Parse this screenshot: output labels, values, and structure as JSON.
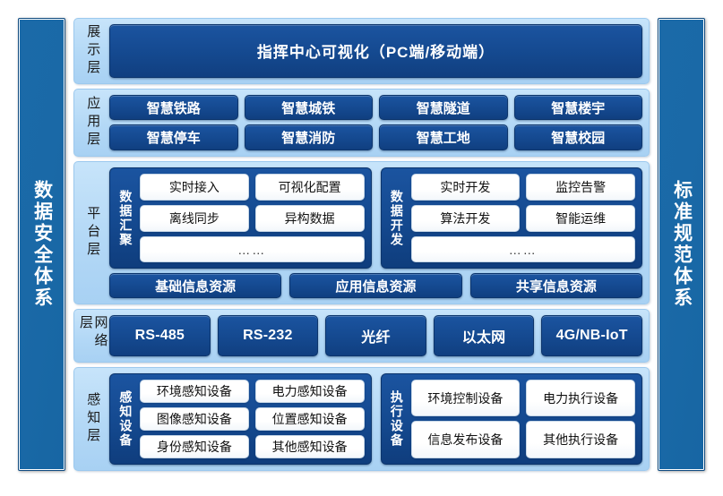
{
  "pillars": {
    "left": "数据安全体系",
    "right": "标准规范体系"
  },
  "layers": {
    "display": {
      "label": "展示层",
      "bar": "指挥中心可视化（PC端/移动端）"
    },
    "application": {
      "label": "应用层",
      "row1": [
        "智慧铁路",
        "智慧城铁",
        "智慧隧道",
        "智慧楼宇"
      ],
      "row2": [
        "智慧停车",
        "智慧消防",
        "智慧工地",
        "智慧校园"
      ]
    },
    "platform": {
      "label": "平台层",
      "groups": [
        {
          "label": "数据汇聚",
          "row1": [
            "实时接入",
            "可视化配置"
          ],
          "row2": [
            "离线同步",
            "异构数据"
          ],
          "row3": "……"
        },
        {
          "label": "数据开发",
          "row1": [
            "实时开发",
            "监控告警"
          ],
          "row2": [
            "算法开发",
            "智能运维"
          ],
          "row3": "……"
        }
      ],
      "resources": [
        "基础信息资源",
        "应用信息资源",
        "共享信息资源"
      ]
    },
    "network": {
      "label": "网络层",
      "items": [
        "RS-485",
        "RS-232",
        "光纤",
        "以太网",
        "4G/NB-IoT"
      ]
    },
    "sense": {
      "label": "感知层",
      "groups": [
        {
          "label": "感知设备",
          "row1": [
            "环境感知设备",
            "电力感知设备"
          ],
          "row2": [
            "图像感知设备",
            "位置感知设备"
          ],
          "row3": [
            "身份感知设备",
            "其他感知设备"
          ]
        },
        {
          "label": "执行设备",
          "row1": [
            "环境控制设备",
            "电力执行设备"
          ],
          "row2": [
            "信息发布设备",
            "其他执行设备"
          ]
        }
      ]
    }
  },
  "colors": {
    "pillar_blue": "#1a69a7",
    "chip_dark_blue": "#154a91",
    "layer_light_blue": "#b3d8f6",
    "white_chip": "#ffffff",
    "page_background": "#ffffff"
  }
}
